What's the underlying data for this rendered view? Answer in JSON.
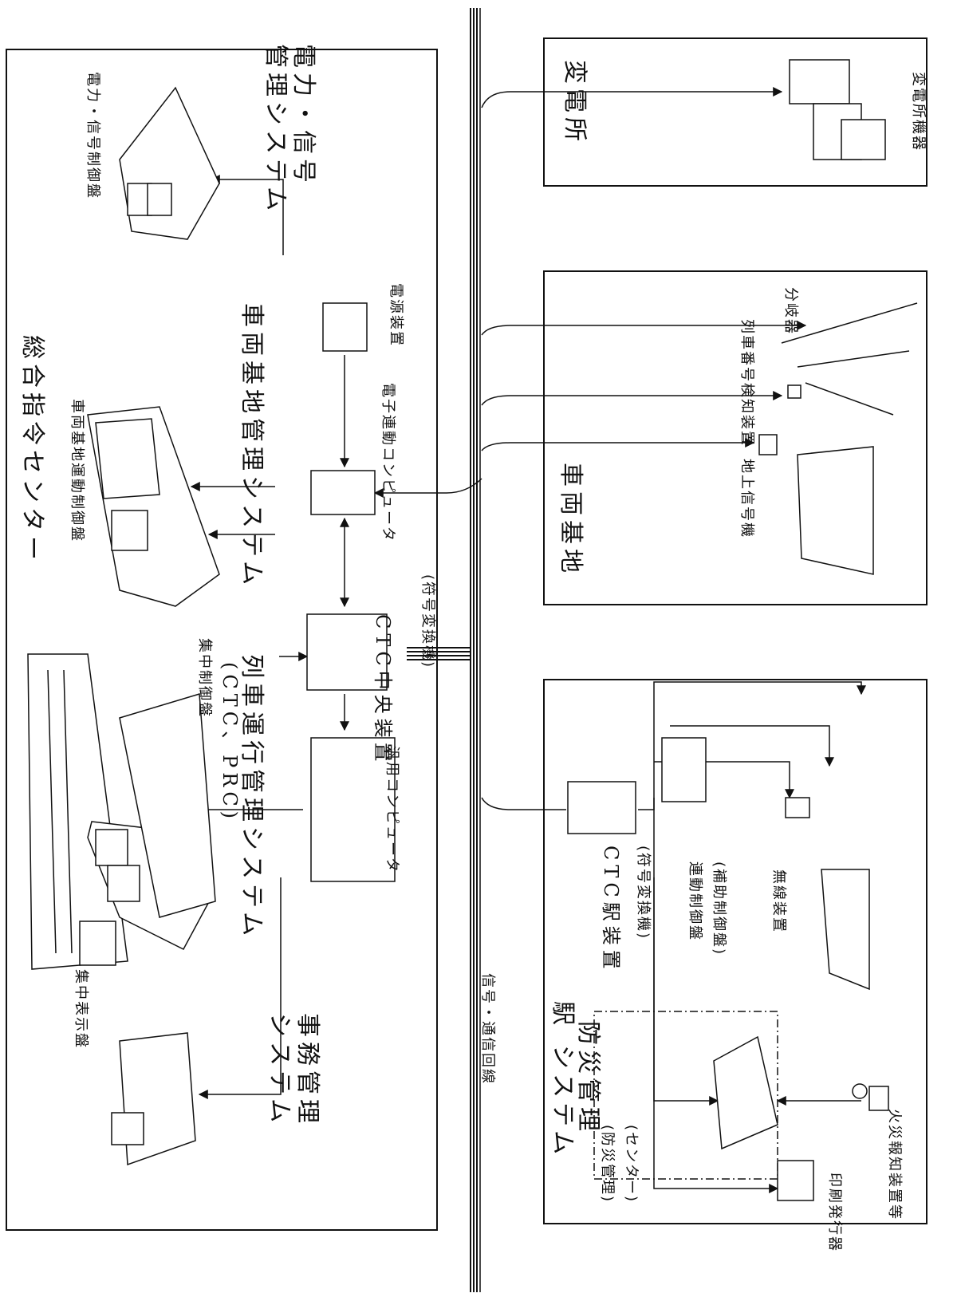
{
  "center": {
    "title": "総合指令センター",
    "train_system": "列車運行管理システム",
    "depot_system": "車両基地管理システム",
    "power_system": [
      "電力・信号",
      "管理システム"
    ],
    "office_system": [
      "事務管理",
      "システム"
    ],
    "ctc_panel": "集中制御盤",
    "ctc_panel_sub": "(CTC、PRC)",
    "display_panel": "集中表示盤",
    "depot_console": "車両基地運動制御盤",
    "power_console": "電力・信号制御盤",
    "power_supply": "電源装置",
    "central_unit": "CTC中央装置",
    "central_unit_sub": "(符号変換機)",
    "general_computer": "汎用コンピュータ",
    "interlock_computer": "電子連動コンピュータ"
  },
  "line": {
    "label": "信号・通信回線"
  },
  "substation": {
    "title": "変電所",
    "equipment": "変電所機器"
  },
  "depot": {
    "title": "車両基地",
    "ground_signal": "地上信号機",
    "train_number": "列車番号検知装置",
    "switch": "分岐器"
  },
  "station": {
    "title": "駅",
    "ctc_station": "CTC駅装置",
    "ctc_station_sub": "(符号変換機)",
    "interlock_panel": "連動制御盤",
    "interlock_panel_sub": "(補助制御盤)",
    "radio": "無線装置",
    "disaster_system": [
      "防災管理",
      "システム"
    ],
    "disaster_center": "(防災管理)",
    "disaster_center_sub": "(センター)",
    "fire_alarm": "火災報知装置等",
    "printer": "印刷発行器"
  }
}
